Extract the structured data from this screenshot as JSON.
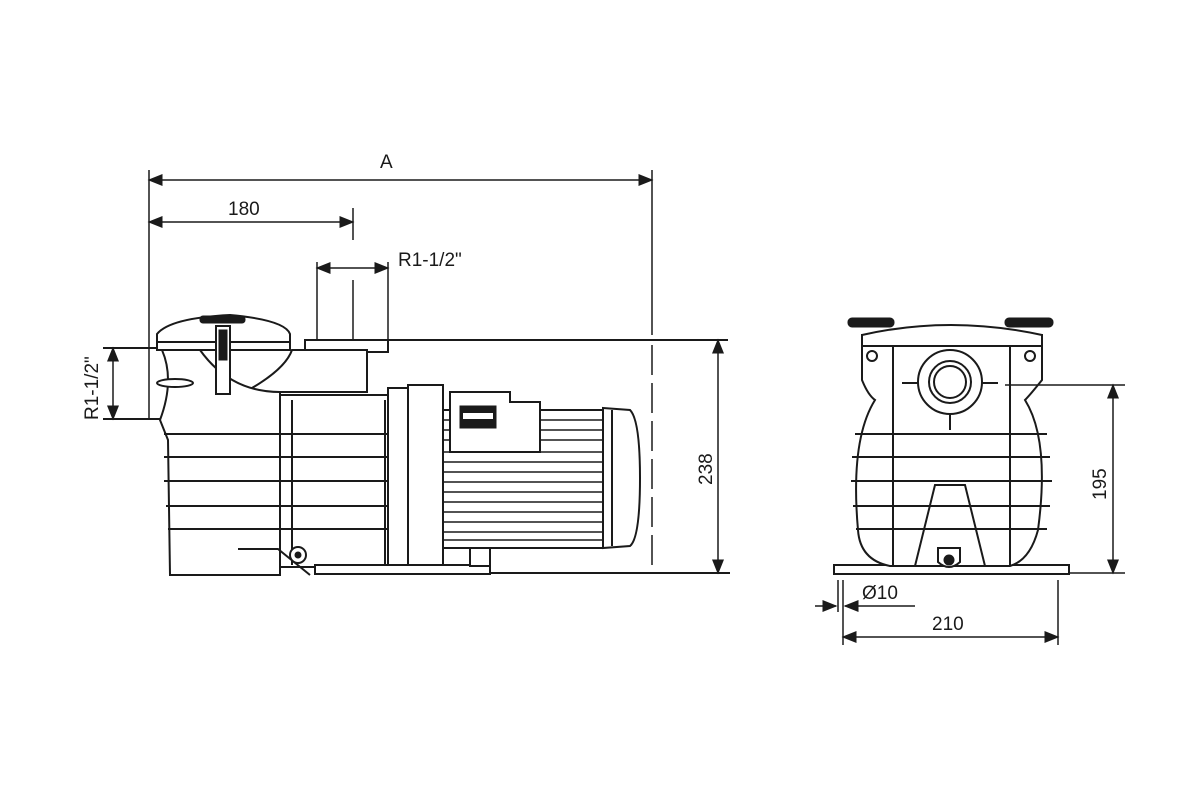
{
  "drawing": {
    "side_view": {
      "dim_overall_length": "A",
      "dim_inlet_offset": "180",
      "dim_outlet_thread": "R1-1/2\"",
      "dim_inlet_thread": "R1-1/2\"",
      "dim_height": "238"
    },
    "front_view": {
      "dim_outlet_height": "195",
      "dim_mount_hole": "Ø10",
      "dim_base_width": "210"
    }
  }
}
